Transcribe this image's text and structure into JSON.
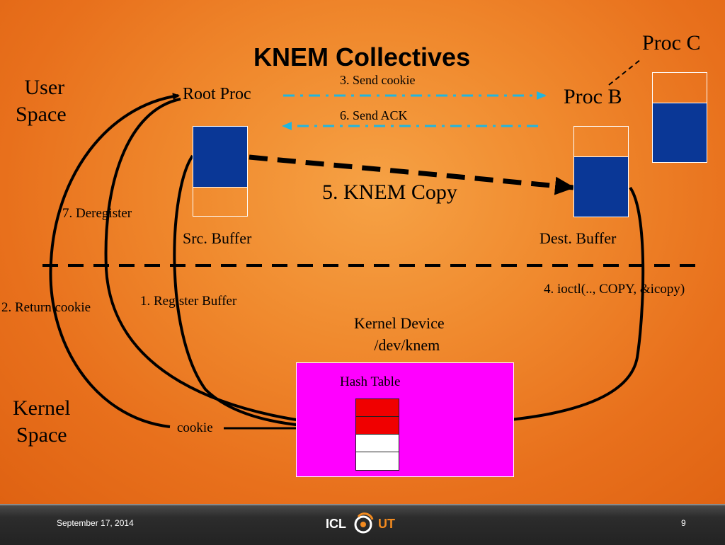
{
  "slide": {
    "title": "KNEM Collectives",
    "user_space": [
      "User",
      "Space"
    ],
    "kernel_space": [
      "Kernel",
      "Space"
    ],
    "root_proc": "Root Proc",
    "proc_b": "Proc B",
    "proc_c": "Proc C",
    "src_buffer": "Src. Buffer",
    "dest_buffer": "Dest. Buffer",
    "step_register": "1. Register Buffer",
    "step_return_cookie": "2. Return  cookie",
    "step_send_cookie": "3. Send cookie",
    "step_ioctl": "4. ioctl(.., COPY, &icopy)",
    "step_copy": "5. KNEM Copy",
    "step_send_ack": "6. Send ACK",
    "step_deregister": "7.  Deregister",
    "kernel_device": [
      "Kernel Device",
      "/dev/knem"
    ],
    "hash_table": "Hash Table",
    "cookie": "cookie"
  },
  "colors": {
    "buffer_fill": "#0a3796",
    "hash_panel": "#ff00ff",
    "hash_used": "#f00000",
    "dashed_cyan": "#1fb6e0"
  },
  "footer": {
    "date": "September 17, 2014",
    "page": "9",
    "logo_left": "ICL",
    "logo_right": "UT"
  }
}
